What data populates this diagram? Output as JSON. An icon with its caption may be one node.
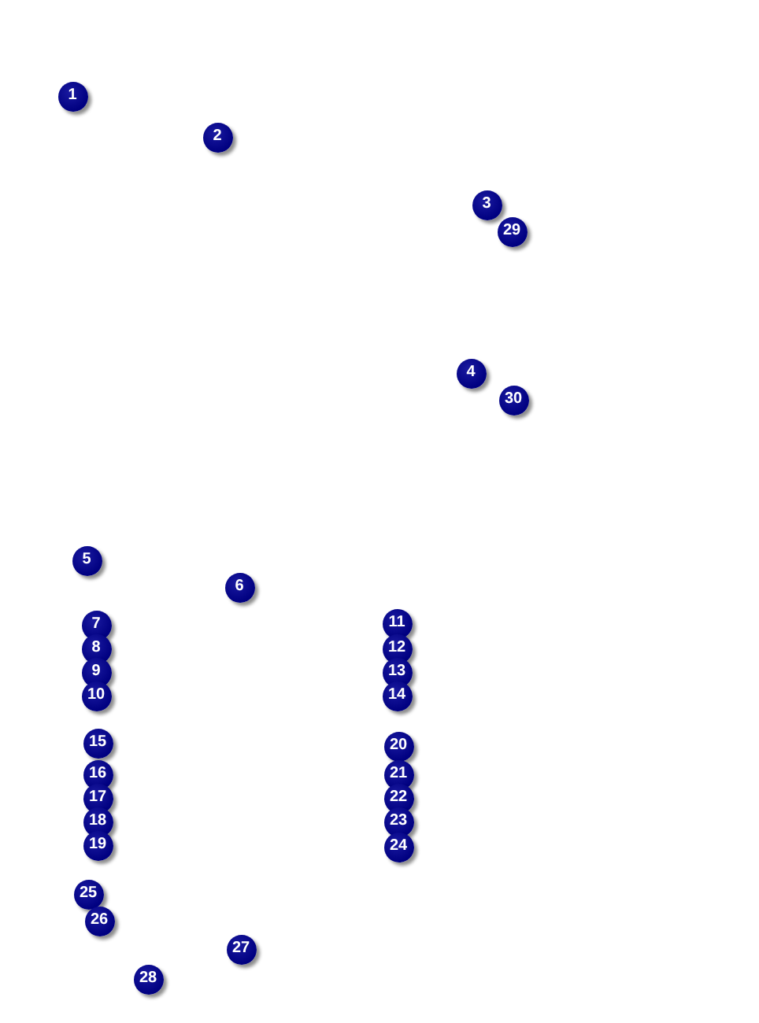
{
  "diagram": {
    "labels": [
      "1",
      "2",
      "3",
      "29",
      "4",
      "30",
      "5",
      "6",
      "7",
      "11",
      "8",
      "12",
      "9",
      "13",
      "10",
      "14",
      "15",
      "20",
      "16",
      "21",
      "17",
      "22",
      "18",
      "23",
      "19",
      "24",
      "25",
      "26",
      "27",
      "28"
    ]
  }
}
